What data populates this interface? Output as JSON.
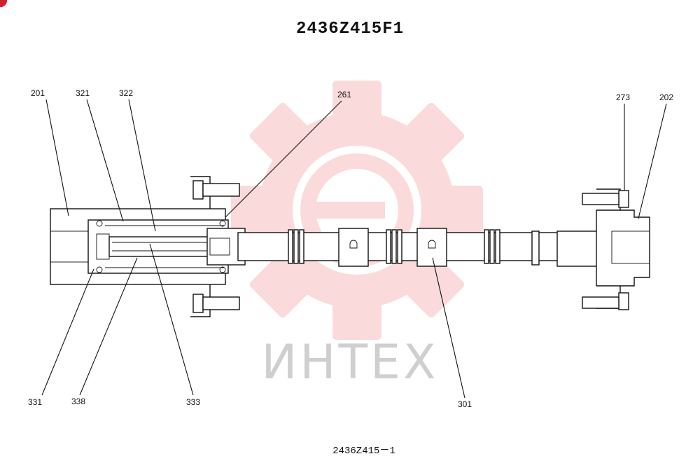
{
  "header": {
    "title": "2436Z415F1"
  },
  "footer": {
    "caption": "2436Z415－1"
  },
  "watermark": {
    "text": "ИНТЕХ",
    "color": "#f2a0a0"
  },
  "callouts": [
    {
      "id": "c201",
      "text": "201"
    },
    {
      "id": "c321",
      "text": "321"
    },
    {
      "id": "c322",
      "text": "322"
    },
    {
      "id": "c261",
      "text": "261"
    },
    {
      "id": "c273",
      "text": "273"
    },
    {
      "id": "c202",
      "text": "202"
    },
    {
      "id": "c331",
      "text": "331"
    },
    {
      "id": "c338",
      "text": "338"
    },
    {
      "id": "c333",
      "text": "333"
    },
    {
      "id": "c301",
      "text": "301"
    }
  ]
}
